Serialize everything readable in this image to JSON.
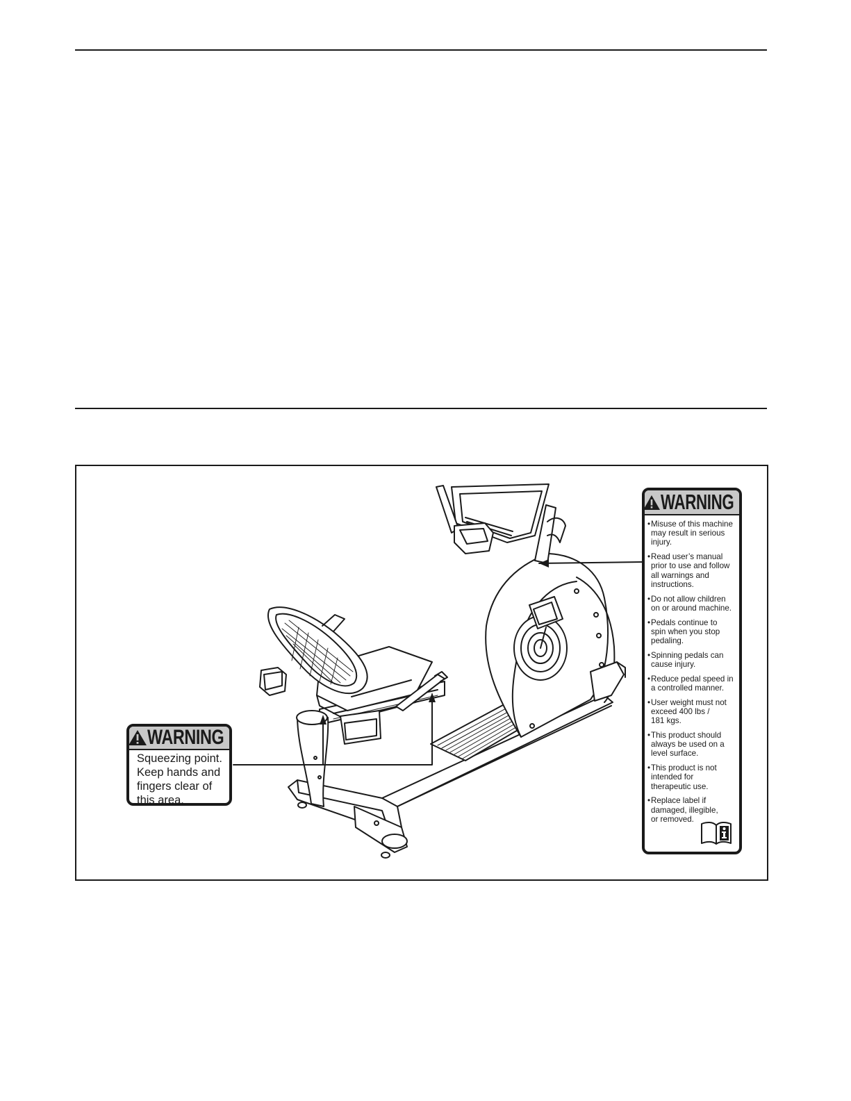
{
  "figure": {
    "pinch_warning": {
      "heading": "WARNING",
      "lines": [
        "Squeezing point.",
        "Keep hands and",
        "fingers clear of",
        "this area."
      ]
    },
    "general_warning": {
      "heading": "WARNING",
      "items": [
        {
          "lines": [
            "Misuse of this machine",
            "may result in serious",
            "injury."
          ]
        },
        {
          "lines": [
            "Read user’s manual",
            "prior to use and follow",
            "all warnings and",
            "instructions."
          ]
        },
        {
          "lines": [
            "Do not allow children",
            "on or around machine."
          ]
        },
        {
          "lines": [
            "Pedals continue to",
            "spin when you stop",
            "pedaling."
          ]
        },
        {
          "lines": [
            "Spinning pedals can",
            "cause injury."
          ]
        },
        {
          "lines": [
            "Reduce pedal speed in",
            "a controlled manner."
          ]
        },
        {
          "lines": [
            "User weight must not",
            "exceed 400 lbs /",
            "181 kgs."
          ]
        },
        {
          "lines": [
            "This product should",
            "always be used on a",
            "level surface."
          ]
        },
        {
          "lines": [
            "This product is not",
            "intended for",
            "therapeutic use."
          ]
        },
        {
          "lines": [
            "Replace label if",
            "damaged, illegible,",
            "or removed."
          ]
        }
      ],
      "bullet": "•",
      "icons": [
        "manual-info-icon"
      ]
    },
    "icons": [
      "warning-triangle-icon"
    ]
  }
}
